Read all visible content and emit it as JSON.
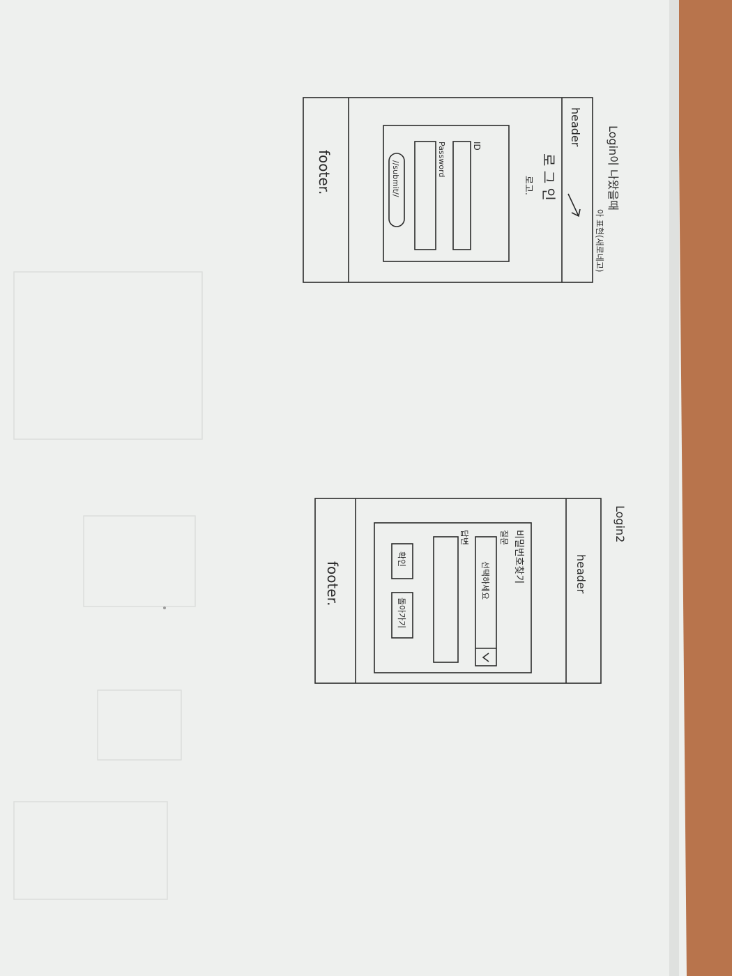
{
  "colors": {
    "desk": "#b8744c",
    "paper": "#eef0ee",
    "ink": "#2a2a2a",
    "pencil": "#d6d8d6"
  },
  "sketch1": {
    "title": "Login이 나왔을때",
    "note": "아 표현(새로네고)",
    "header": "header",
    "heading": "로 그 인",
    "heading_sub": "로고.",
    "id_label": "ID",
    "password_label": "Password",
    "submit_label": "//submit//",
    "footer": "footer."
  },
  "sketch2": {
    "title": "Login2",
    "header": "header",
    "heading": "비밀번호찾기",
    "question_label": "질문",
    "select_value": "선택하세요",
    "answer_label": "답변",
    "confirm_button": "확인",
    "back_button": "돌아가기",
    "footer": "footer."
  }
}
